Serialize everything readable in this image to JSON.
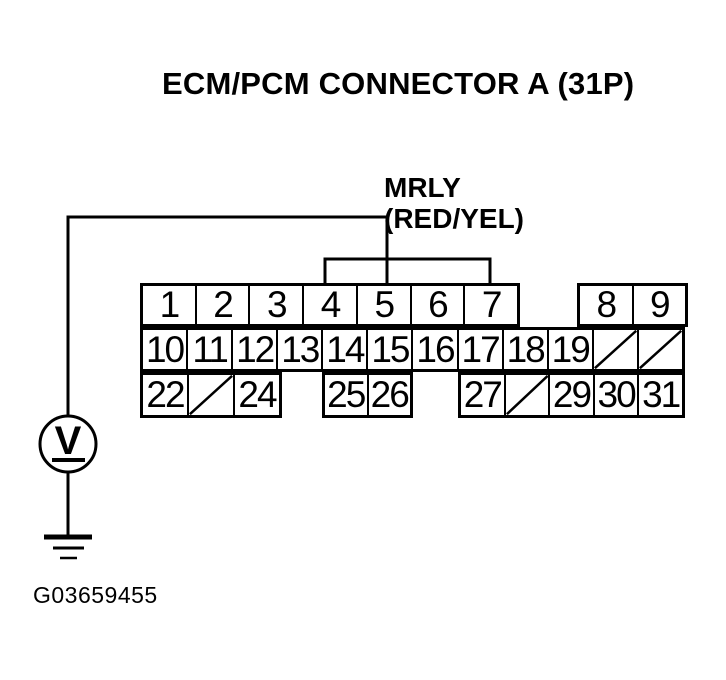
{
  "title": "ECM/PCM CONNECTOR A (31P)",
  "wire": {
    "name": "MRLY",
    "color": "(RED/YEL)"
  },
  "meter": {
    "letter": "V"
  },
  "figure_id": "G03659455",
  "connector": {
    "row1_left": [
      "1",
      "2",
      "3",
      "4",
      "5",
      "6",
      "7"
    ],
    "row1_right": [
      "8",
      "9"
    ],
    "row2": [
      "10",
      "11",
      "12",
      "13",
      "14",
      "15",
      "16",
      "17",
      "18",
      "19",
      "",
      ""
    ],
    "row3_left": [
      "22",
      "",
      "24"
    ],
    "row3_mid": [
      "25",
      "26"
    ],
    "row3_right": [
      "27",
      "",
      "29",
      "30",
      "31"
    ]
  },
  "colors": {
    "ink": "#000000",
    "paper": "#ffffff"
  }
}
